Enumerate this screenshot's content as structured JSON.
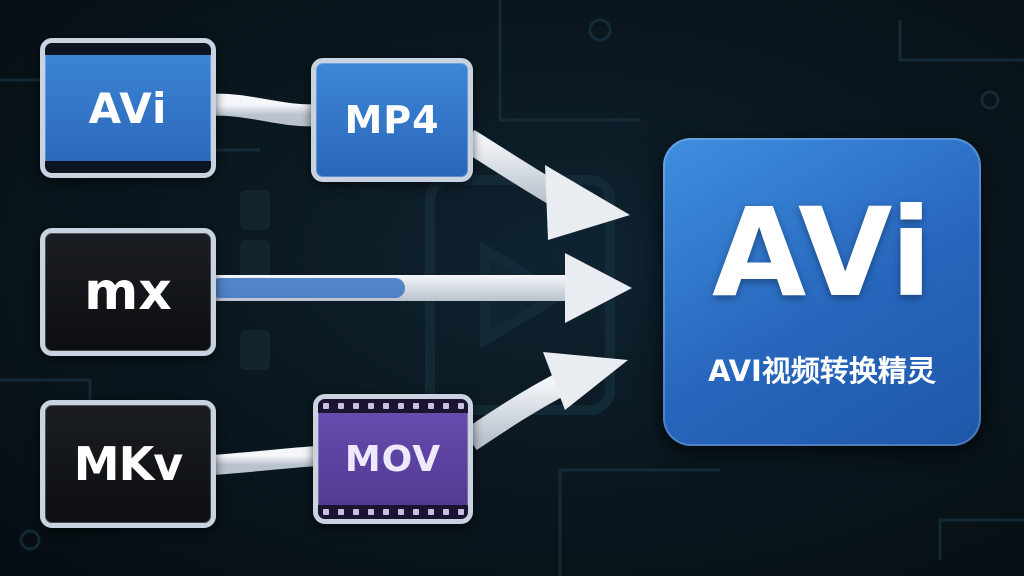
{
  "sources": {
    "avi": {
      "label": "AVi",
      "icon": "avi-file-icon"
    },
    "mx": {
      "label": "mx",
      "icon": "mx-file-icon"
    },
    "mkv": {
      "label": "MKv",
      "icon": "mkv-file-icon"
    }
  },
  "intermediates": {
    "mp4": {
      "label": "MP4",
      "icon": "mp4-file-icon"
    },
    "mov": {
      "label": "MOV",
      "icon": "mov-film-icon"
    }
  },
  "target": {
    "title": "AVi",
    "subtitle": "AVI视频转换精灵",
    "icon": "avi-app-icon"
  },
  "colors": {
    "background": "#0a1820",
    "blue_tile": "#2f72c8",
    "dark_tile": "#111418",
    "purple_tile": "#5a43a0",
    "tile_border": "#c9d3df",
    "arrow": "#e6e9ee",
    "app_card": "#2a6bc2"
  }
}
